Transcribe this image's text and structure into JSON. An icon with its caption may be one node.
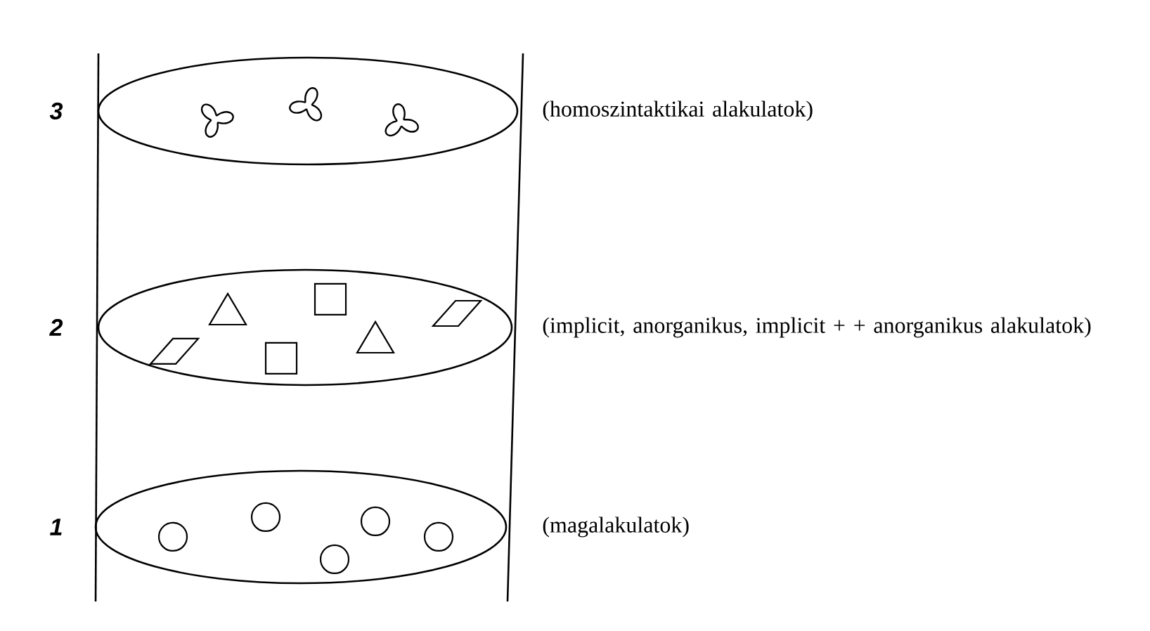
{
  "diagram": {
    "nodes": [
      {
        "text": [],
        "shape": "ellipse",
        "beside": [
          "(homoszintaktikai alakulatok)"
        ]
      },
      {
        "text": [],
        "shape": "ellipse",
        "beside": [
          "(implicit, anorganikus, implicit + + anorganikus alakulatok)"
        ]
      },
      {
        "text": [],
        "shape": "ellipse",
        "beside": [
          "(magalakulatok)"
        ]
      }
    ],
    "edges": [],
    "labels": [
      "3",
      "2",
      "1"
    ]
  }
}
